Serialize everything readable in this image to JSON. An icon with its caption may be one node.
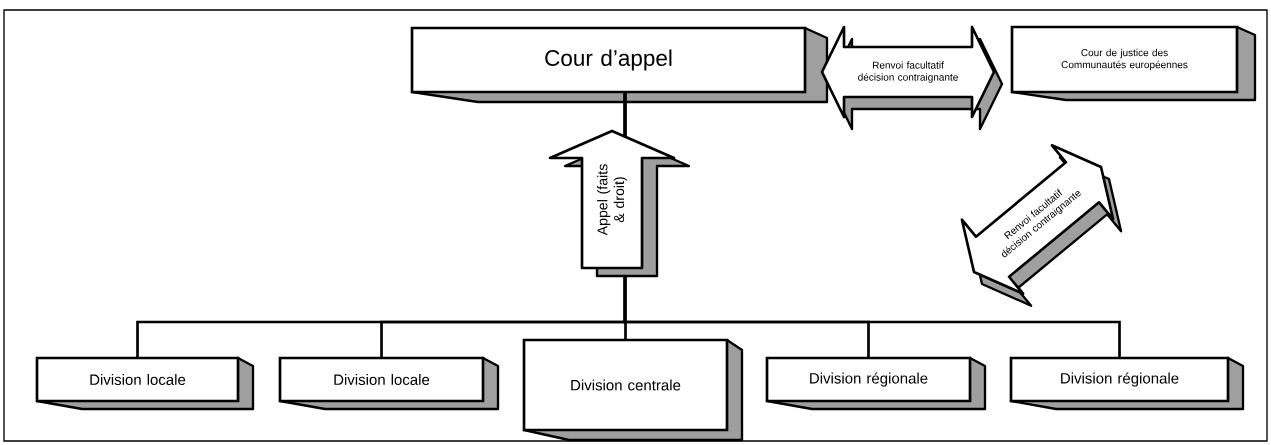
{
  "diagram": {
    "nodes": [
      {
        "text": [
          "Cour d’appel"
        ]
      },
      {
        "text": [
          "Cour de justice des Communautés européennes"
        ]
      },
      {
        "text": [
          "Division locale"
        ]
      },
      {
        "text": [
          "Division locale"
        ]
      },
      {
        "text": [
          "Division centrale"
        ]
      },
      {
        "text": [
          "Division régionale"
        ]
      },
      {
        "text": [
          "Division régionale"
        ]
      }
    ],
    "edges": [
      {
        "from": 2,
        "to": 0,
        "arrow": "none"
      },
      {
        "from": 3,
        "to": 0,
        "arrow": "none"
      },
      {
        "from": 4,
        "to": 0,
        "arrow": "none"
      },
      {
        "from": 5,
        "to": 0,
        "arrow": "none"
      },
      {
        "from": 6,
        "to": 0,
        "arrow": "none"
      },
      {
        "from": 4,
        "to": 0,
        "arrow": "to",
        "style": "thick",
        "label": "Appel (faits & droit)"
      },
      {
        "from": 0,
        "to": 1,
        "arrow": "both",
        "style": "thick",
        "label": "Renvoi facultatif décision contraignante"
      }
    ],
    "labels": [
      "Renvoi facultatif décision contraignante"
    ]
  }
}
